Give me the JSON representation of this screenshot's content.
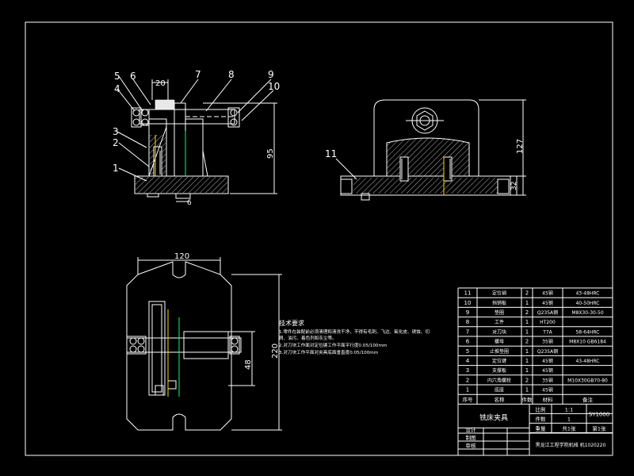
{
  "callouts": {
    "front": [
      "5",
      "6",
      "4",
      "3",
      "2",
      "1",
      "7",
      "8",
      "9",
      "10"
    ],
    "side": [
      "11"
    ]
  },
  "dimensions": {
    "width_20": "20",
    "height_95": "95",
    "gap_6": "6",
    "height_127": "127",
    "height_32": "32",
    "width_120": "120",
    "height_220": "220",
    "height_48": "48"
  },
  "tech_notes": {
    "title": "技术要求",
    "lines": [
      "1.零件在装配前必须清理和清洗干净，不得有毛刺、飞边、氧化皮、锈蚀、切",
      "   屑、油污、着色剂和灰尘等。",
      "2.对刀块工作面对定位键工作平面平行度0.05/100mm",
      "3.对刀块工作平面对夹具底面垂直度0.05/100mm"
    ]
  },
  "bom": {
    "rows": [
      {
        "no": "11",
        "name": "定位销",
        "qty": "2",
        "material": "45钢",
        "note": "43-48HRC"
      },
      {
        "no": "10",
        "name": "挡销板",
        "qty": "1",
        "material": "45钢",
        "note": "40-50HRC"
      },
      {
        "no": "9",
        "name": "垫圈",
        "qty": "2",
        "material": "Q235A钢",
        "note": "M8X30-30-50"
      },
      {
        "no": "8",
        "name": "工件",
        "qty": "1",
        "material": "HT200",
        "note": ""
      },
      {
        "no": "7",
        "name": "对刀块",
        "qty": "1",
        "material": "T7A",
        "note": "58-64HRC"
      },
      {
        "no": "6",
        "name": "螺母",
        "qty": "2",
        "material": "35钢",
        "note": "M8X10 GB6184"
      },
      {
        "no": "5",
        "name": "止推垫圈",
        "qty": "1",
        "material": "Q235A钢",
        "note": ""
      },
      {
        "no": "4",
        "name": "定位键",
        "qty": "1",
        "material": "45钢",
        "note": "43-48HRC"
      },
      {
        "no": "3",
        "name": "支撑板",
        "qty": "1",
        "material": "45钢",
        "note": ""
      },
      {
        "no": "2",
        "name": "内六角螺栓",
        "qty": "2",
        "material": "35钢",
        "note": "M10X30GB70-80"
      },
      {
        "no": "1",
        "name": "底座",
        "qty": "1",
        "material": "45钢",
        "note": ""
      }
    ],
    "header": {
      "no": "序号",
      "name": "名称",
      "qty": "件数",
      "material": "材料",
      "note": "备注"
    },
    "title": "铣床夹具",
    "scale_label": "比例",
    "scale_value": "1:1",
    "count_label": "件数",
    "count_value": "1",
    "drawing_no": "SY1000",
    "weight_label": "重量",
    "sheets_total": "共1张",
    "sheet_no": "第1张",
    "designer_label": "设计",
    "drafter_label": "制图",
    "checker_label": "审核",
    "school": "黑龙江工程学院机械 机1020220"
  }
}
